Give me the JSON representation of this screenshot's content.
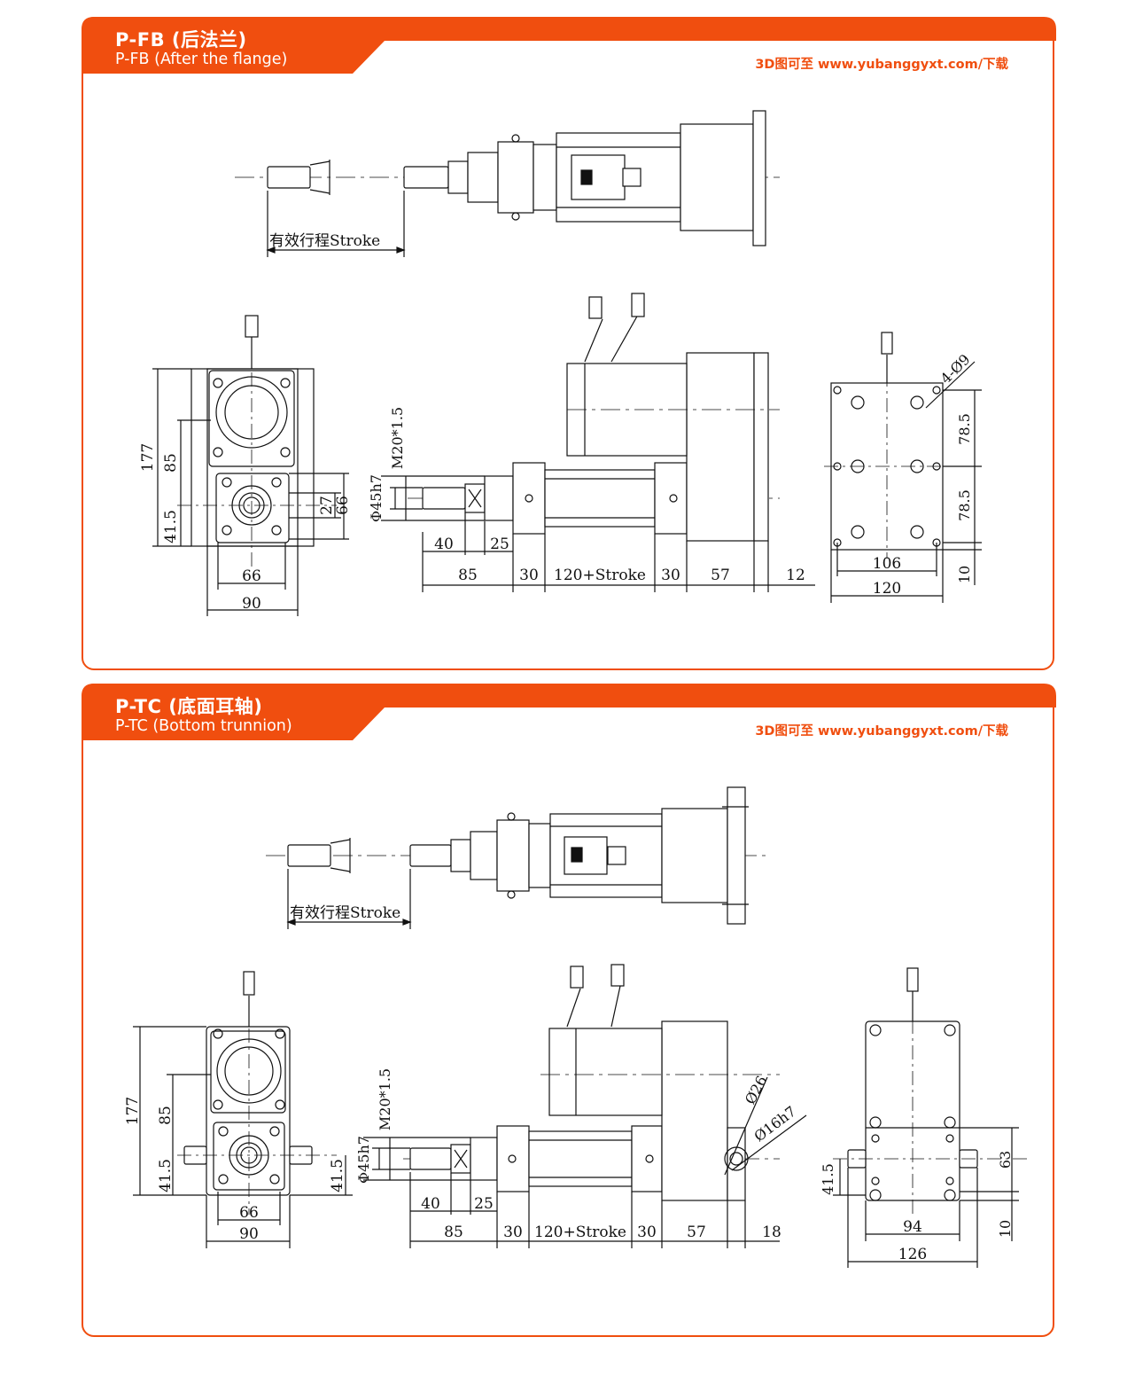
{
  "colors": {
    "accent": "#f04e0f",
    "line": "#111111"
  },
  "sections": [
    {
      "title": "P-FB (后法兰)",
      "subtitle": "P-FB (After the flange)",
      "download": "3D图可至 www.yubanggyxt.com/下载",
      "stroke_label": "有效行程Stroke",
      "end_view": {
        "h_total": "177",
        "h_center": "85",
        "h_low": "41.5",
        "d1": "27",
        "d2": "66",
        "w_inner": "66",
        "w_outer": "90"
      },
      "side_view": {
        "thread": "M20*1.5",
        "rod": "Φ45h7",
        "d_40": "40",
        "d_25": "25",
        "d_85": "85",
        "d_30a": "30",
        "d_stroke": "120+Stroke",
        "d_30b": "30",
        "d_57": "57",
        "d_tail": "12"
      },
      "flange_view": {
        "holes": "4-Ø9",
        "v1": "78.5",
        "v2": "78.5",
        "w_inner": "106",
        "w_outer": "120",
        "t": "10"
      }
    },
    {
      "title": "P-TC (底面耳轴)",
      "subtitle": "P-TC (Bottom trunnion)",
      "download": "3D图可至 www.yubanggyxt.com/下载",
      "stroke_label": "有效行程Stroke",
      "end_view": {
        "h_total": "177",
        "h_center": "85",
        "h_low": "41.5",
        "h_right": "41.5",
        "w_inner": "66",
        "w_outer": "90"
      },
      "side_view": {
        "thread": "M20*1.5",
        "rod": "Φ45h7",
        "d_40": "40",
        "d_25": "25",
        "d_85": "85",
        "d_30a": "30",
        "d_stroke": "120+Stroke",
        "d_30b": "30",
        "d_57": "57",
        "d_tail": "18",
        "dia1": "Ø26",
        "dia2": "Ø16h7"
      },
      "trunnion_view": {
        "h_low": "41.5",
        "h_63": "63",
        "w_inner": "94",
        "w_outer": "126",
        "t": "10"
      }
    }
  ]
}
